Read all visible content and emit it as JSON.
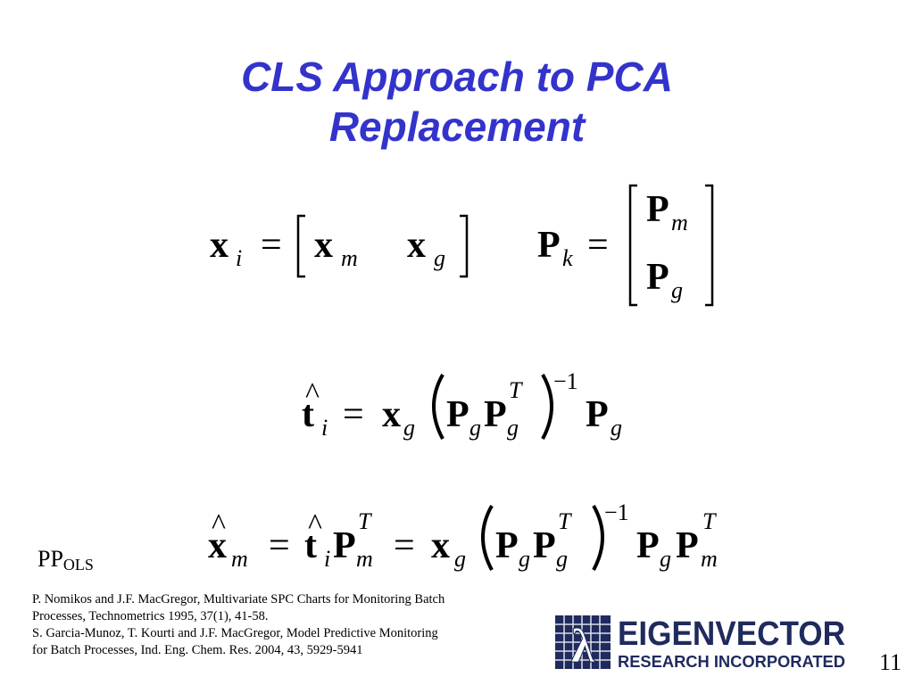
{
  "slide": {
    "title_line1": "CLS Approach to PCA",
    "title_line2": "Replacement",
    "page_number": "11"
  },
  "symbols": {
    "x": "x",
    "P": "P",
    "t": "t",
    "hat": "^",
    "equals": "=",
    "sub_i": "i",
    "sub_m": "m",
    "sub_g": "g",
    "sub_k": "k",
    "sup_T": "T",
    "sup_inv": "−1"
  },
  "label": {
    "pp": "PP",
    "pp_sub": "OLS"
  },
  "references": [
    "P. Nomikos and J.F. MacGregor, Multivariate SPC Charts for Monitoring Batch",
    "Processes, Technometrics 1995, 37(1), 41-58.",
    "S. Garcia-Munoz, T. Kourti and J.F. MacGregor, Model Predictive Monitoring",
    "for Batch Processes, Ind. Eng. Chem. Res. 2004, 43, 5929-5941"
  ],
  "logo": {
    "line1": "EIGENVECTOR",
    "line2": "RESEARCH INCORPORATED",
    "symbol": "λ",
    "colors": {
      "navy": "#1f2a5e",
      "white": "#ffffff"
    }
  }
}
